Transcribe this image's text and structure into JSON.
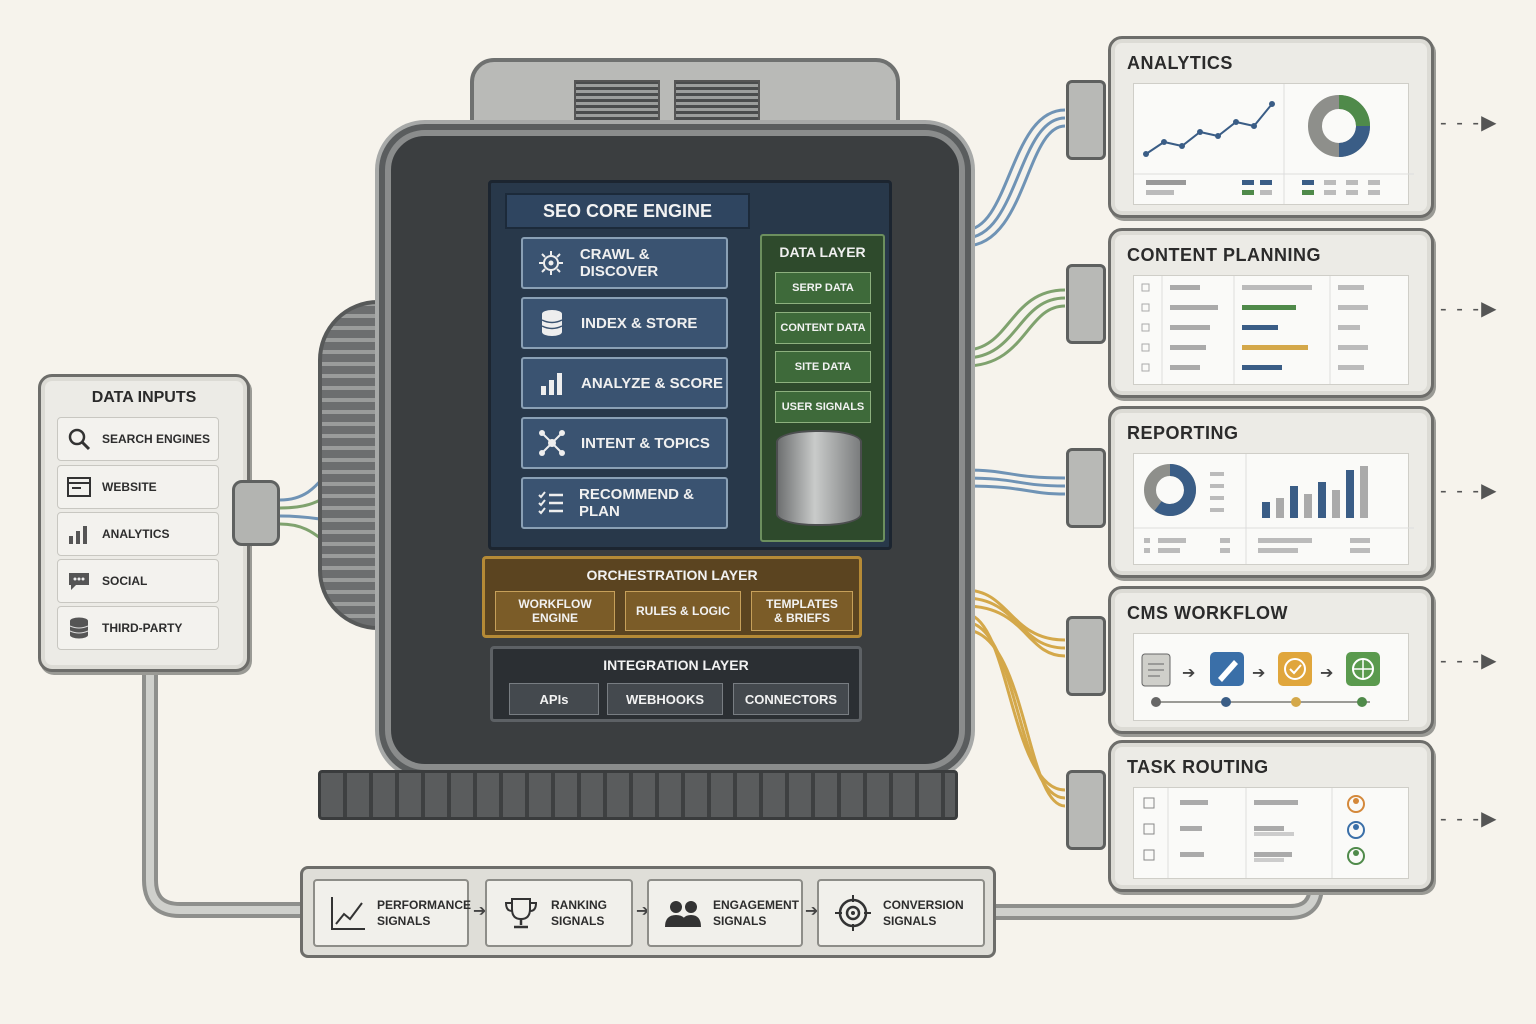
{
  "data_inputs": {
    "title": "DATA INPUTS",
    "items": [
      {
        "label": "SEARCH ENGINES",
        "icon": "search-icon"
      },
      {
        "label": "WEBSITE",
        "icon": "browser-window-icon"
      },
      {
        "label": "ANALYTICS",
        "icon": "bar-chart-icon"
      },
      {
        "label": "SOCIAL",
        "icon": "chat-bubble-icon"
      },
      {
        "label": "THIRD-PARTY",
        "icon": "database-icon"
      }
    ]
  },
  "core": {
    "title": "SEO CORE ENGINE",
    "steps": [
      {
        "label": "CRAWL & DISCOVER",
        "icon": "crawler-icon"
      },
      {
        "label": "INDEX & STORE",
        "icon": "database-icon"
      },
      {
        "label": "ANALYZE & SCORE",
        "icon": "bar-chart-icon"
      },
      {
        "label": "INTENT & TOPICS",
        "icon": "network-nodes-icon"
      },
      {
        "label": "RECOMMEND & PLAN",
        "icon": "checklist-icon"
      }
    ]
  },
  "data_layer": {
    "title": "DATA LAYER",
    "items": [
      "SERP DATA",
      "CONTENT DATA",
      "SITE DATA",
      "USER SIGNALS"
    ]
  },
  "orchestration": {
    "title": "ORCHESTRATION LAYER",
    "items": [
      "WORKFLOW ENGINE",
      "RULES & LOGIC",
      "TEMPLATES\n& BRIEFS"
    ]
  },
  "integration": {
    "title": "INTEGRATION LAYER",
    "items": [
      "APIs",
      "WEBHOOKS",
      "CONNECTORS"
    ]
  },
  "outputs": {
    "analytics": {
      "title": "ANALYTICS"
    },
    "content_planning": {
      "title": "CONTENT PLANNING"
    },
    "reporting": {
      "title": "REPORTING"
    },
    "cms_workflow": {
      "title": "CMS WORKFLOW"
    },
    "task_routing": {
      "title": "TASK ROUTING"
    }
  },
  "signals": [
    {
      "label": "PERFORMANCE\nSIGNALS",
      "icon": "line-chart-icon"
    },
    {
      "label": "RANKING\nSIGNALS",
      "icon": "trophy-icon"
    },
    {
      "label": "ENGAGEMENT\nSIGNALS",
      "icon": "users-icon"
    },
    {
      "label": "CONVERSION\nSIGNALS",
      "icon": "target-icon"
    }
  ],
  "colors": {
    "core_blue": "#3a5371",
    "data_green": "#3e6a3a",
    "orch_gold": "#7b5c28",
    "integ_dark": "#2b2f33",
    "pipe_blue": "#6f93b5",
    "pipe_green": "#7fa26e",
    "pipe_gold": "#d4a84a"
  }
}
